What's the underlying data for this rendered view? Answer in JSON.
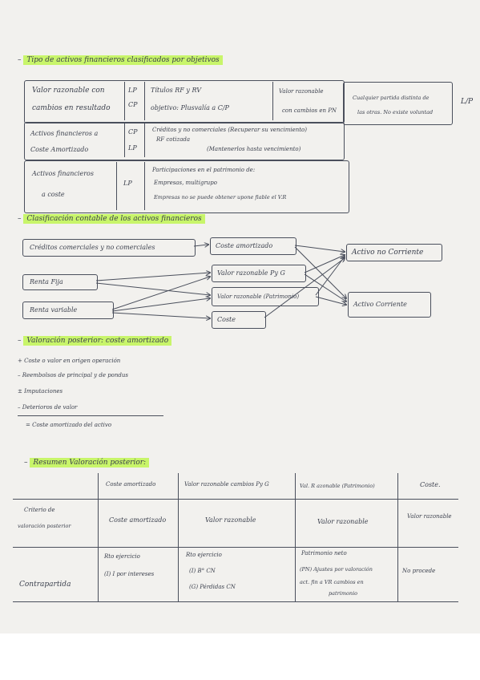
{
  "section1": {
    "title": "Tipo de activos financieros clasificados por objetivos",
    "rows": [
      {
        "left_1": "Valor razonable con",
        "left_2": "cambios en resultado",
        "term_1": "LP",
        "term_2": "CP",
        "desc_1": "Títulos RF y RV",
        "desc_2": "objetivo: Plusvalía a C/P",
        "extra_1": "Valor razonable",
        "extra_2": "con cambios en PN",
        "extra2_1": "Cualquier partida distinta de",
        "extra2_2": "las otras. No existe voluntad",
        "extra3": "L/P"
      },
      {
        "left_1": "Activos financieros a",
        "left_2": "Coste Amortizado",
        "term_1": "CP",
        "term_2": "LP",
        "desc_1": "Créditos y no comerciales (Recuperar su vencimiento)",
        "desc_2": "RF cotizada",
        "desc_3": "(Mantenerlos hasta vencimiento)"
      },
      {
        "left_1": "Activos financieros",
        "left_2": "a coste",
        "term_1": "LP",
        "desc_1": "Participaciones en el patrimonio de:",
        "desc_2": "Empresas, multigrupo",
        "desc_3": "Empresas no se puede obtener upone fiable el V.R"
      }
    ]
  },
  "section2": {
    "title": "Clasificación contable de los activos financieros",
    "left": [
      "Créditos comerciales y no comerciales",
      "Renta Fija",
      "Renta variable"
    ],
    "middle": [
      "Coste amortizado",
      "Valor razonable Py G",
      "Valor razonable (Patrimonio)",
      "Coste"
    ],
    "right": [
      "Activo no Corriente",
      "Activo Corriente"
    ]
  },
  "section3": {
    "title": "Valoración posterior: coste amortizado",
    "items": [
      "+ Coste o valor en origen operación",
      "– Reembolsos de principal y de pondus",
      "± Imputaciones",
      "– Deterioros de valor"
    ],
    "result": "= Coste amortizado del activo"
  },
  "section4": {
    "title": "Resumen Valoración posterior:",
    "headers": [
      "Coste amortizado",
      "Valor razonable cambios Py G",
      "Val. R azonable (Patrimonio)",
      "Coste."
    ],
    "row1_label_1": "Criterio de",
    "row1_label_2": "valoración posterior",
    "row1": [
      "Coste amortizado",
      "Valor razonable",
      "Valor razonable",
      "Valor razonable"
    ],
    "row2_label": "Contrapartida",
    "row2_c1": [
      "Rto ejercicio",
      "(I) I por intereses"
    ],
    "row2_c2": [
      "Rto ejercicio",
      "(I) B° CN",
      "(G) Pérdidas CN"
    ],
    "row2_c3": [
      "Patrimonio neto",
      "(PN) Ajustes por valoración",
      "act. fin a VR cambios en",
      "patrimonio"
    ],
    "row2_c4": [
      "No procede"
    ]
  }
}
